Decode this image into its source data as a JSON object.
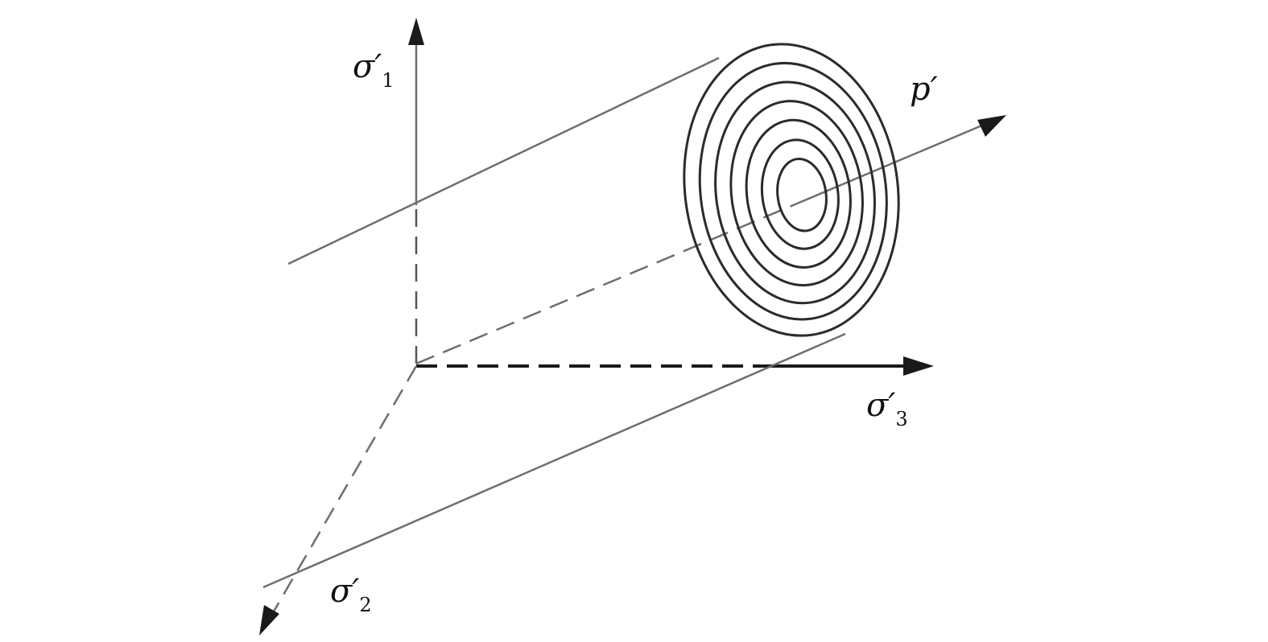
{
  "labels": {
    "sigma1": {
      "base": "σ′",
      "sub": "1"
    },
    "sigma2": {
      "base": "σ′",
      "sub": "2"
    },
    "sigma3": {
      "base": "σ′",
      "sub": "3"
    },
    "p": {
      "base": "p′"
    }
  },
  "colors": {
    "line": "#6e6e6e",
    "heavy": "#1a1a1a",
    "text": "#111111",
    "background": "#ffffff"
  }
}
